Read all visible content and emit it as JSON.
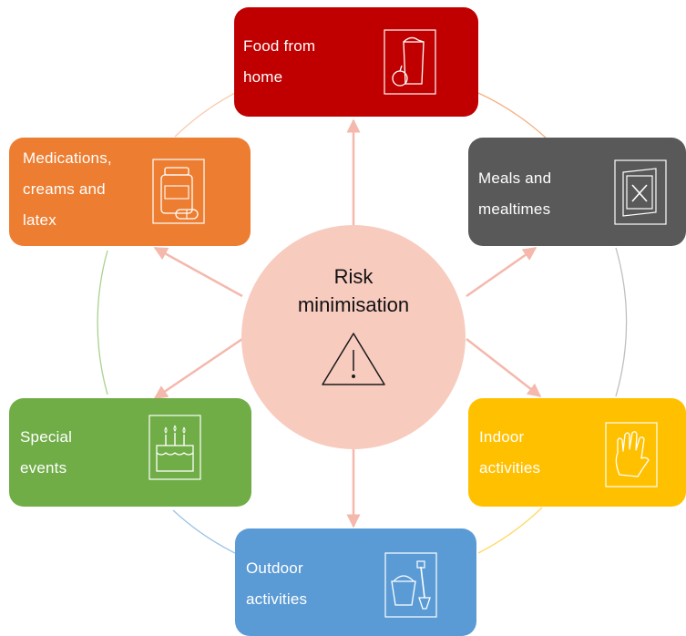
{
  "center": {
    "title": "Risk\nminimisation",
    "icon": "warning-triangle-icon"
  },
  "nodes": [
    {
      "id": "food-from-home",
      "label": "Food from\nhome",
      "color": "#c00000",
      "icon": "lunch-bag-apple-icon"
    },
    {
      "id": "meals-and-mealtimes",
      "label": "Meals and\nmealtimes",
      "color": "#595959",
      "icon": "menu-cutlery-icon"
    },
    {
      "id": "indoor-activities",
      "label": "Indoor\nactivities",
      "color": "#ffc000",
      "icon": "handprint-icon"
    },
    {
      "id": "outdoor-activities",
      "label": "Outdoor\nactivities",
      "color": "#5b9bd5",
      "icon": "bucket-spade-icon"
    },
    {
      "id": "special-events",
      "label": "Special\nevents",
      "color": "#70ad47",
      "icon": "birthday-cake-icon"
    },
    {
      "id": "medications",
      "label": "Medications,\ncreams and\nlatex",
      "color": "#ed7d31",
      "icon": "medicine-bottle-icon"
    }
  ],
  "center_color": "#f8cbbf",
  "arrow_color": "#f4b8ac"
}
